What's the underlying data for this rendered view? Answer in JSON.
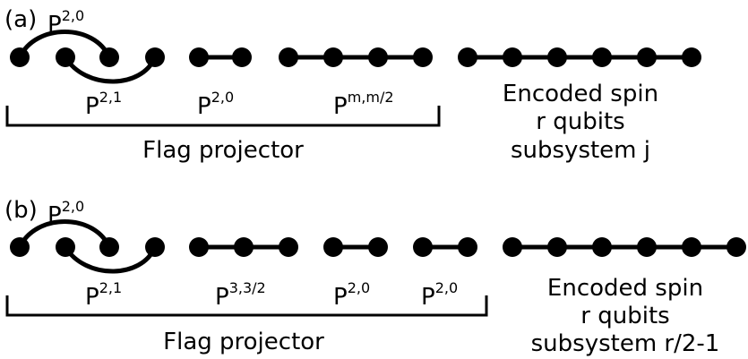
{
  "panels": [
    {
      "tag": "(a)",
      "top_label": {
        "base": "P",
        "sup": "2,0"
      },
      "groups_count": 4,
      "operator_labels": [
        {
          "base": "P",
          "sup": "2,1"
        },
        {
          "base": "P",
          "sup": "2,0"
        },
        {
          "base": "P",
          "sup": "m,m/2"
        }
      ],
      "bracket_label": "Flag projector",
      "encoded_lines": [
        "Encoded spin",
        "r qubits",
        "subsystem j"
      ]
    },
    {
      "tag": "(b)",
      "top_label": {
        "base": "P",
        "sup": "2,0"
      },
      "groups_count": 5,
      "operator_labels": [
        {
          "base": "P",
          "sup": "2,1"
        },
        {
          "base": "P",
          "sup": "3,3/2"
        },
        {
          "base": "P",
          "sup": "2,0"
        },
        {
          "base": "P",
          "sup": "2,0"
        }
      ],
      "bracket_label": "Flag projector",
      "encoded_lines": [
        "Encoded spin",
        "r qubits",
        "subsystem r/2-1"
      ]
    }
  ]
}
